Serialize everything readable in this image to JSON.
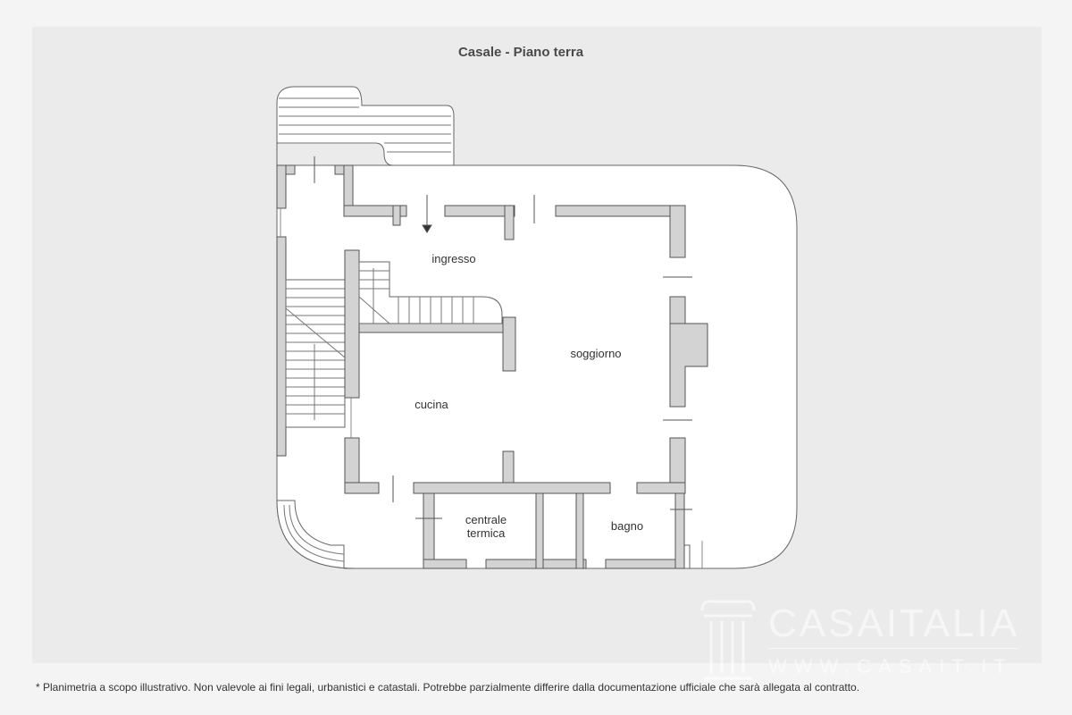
{
  "title": "Casale - Piano terra",
  "rooms": {
    "ingresso": "ingresso",
    "soggiorno": "soggiorno",
    "cucina": "cucina",
    "centrale_line1": "centrale",
    "centrale_line2": "termica",
    "bagno": "bagno"
  },
  "watermark": {
    "name": "CASAITALIA",
    "url": "WWW.CASAIT.IT"
  },
  "disclaimer": "* Planimetria a scopo illustrativo. Non valevole ai fini legali, urbanistici e catastali. Potrebbe parzialmente differire dalla documentazione ufficiale che sarà allegata al contratto.",
  "colors": {
    "background": "#f4f4f4",
    "panel": "#ebebeb",
    "wall_fill": "#d3d3d3",
    "wall_stroke": "#555555",
    "terrace_fill": "#ffffff"
  }
}
